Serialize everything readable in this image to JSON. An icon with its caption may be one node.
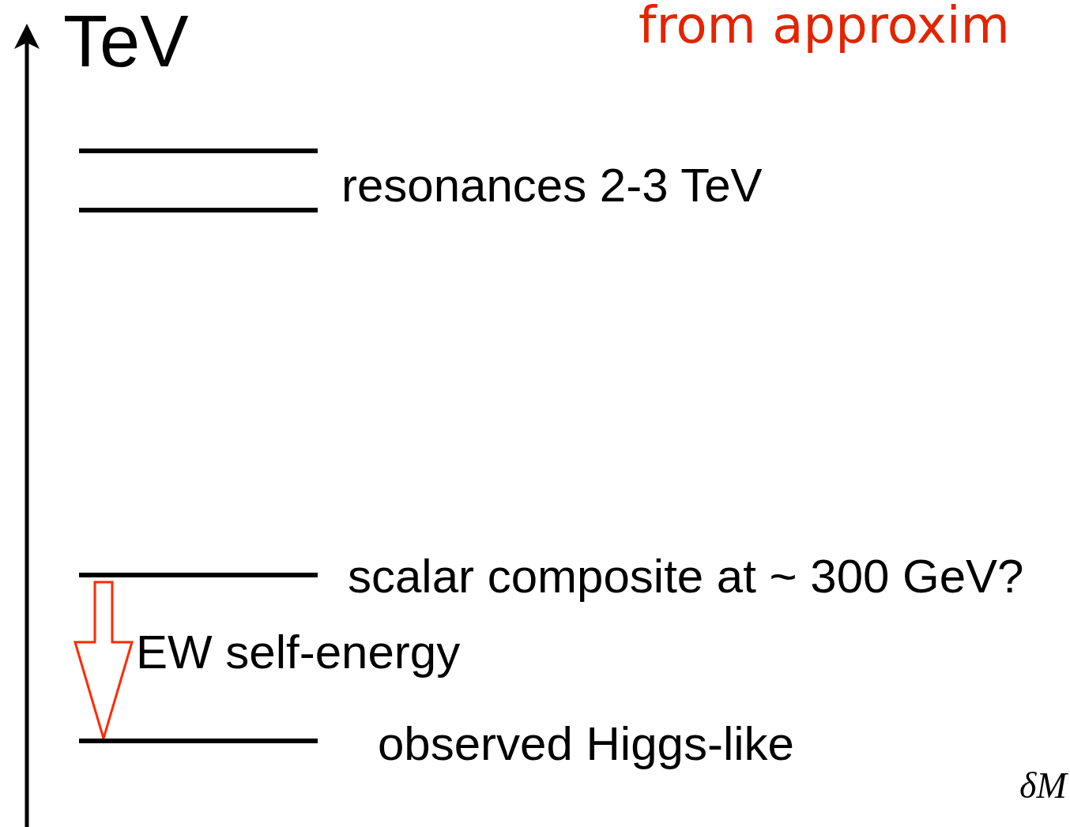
{
  "diagram": {
    "title": "from approxim",
    "nodes": [
      {
        "text": [],
        "shape": "bar"
      },
      {
        "text": [],
        "shape": "bar",
        "beside": [
          "resonances 2-3 TeV"
        ]
      },
      {
        "text": [],
        "shape": "bar",
        "beside": [
          "scalar composite at ~ 300 GeV?"
        ]
      },
      {
        "text": [],
        "shape": "bar",
        "beside": [
          "observed Higgs-like"
        ]
      }
    ],
    "edges": [
      {
        "from": 2,
        "to": 3,
        "arrow": "to",
        "label": "EW self-energy",
        "color": "#ff2a00"
      }
    ],
    "labels": [
      "TeV",
      "δM"
    ]
  }
}
